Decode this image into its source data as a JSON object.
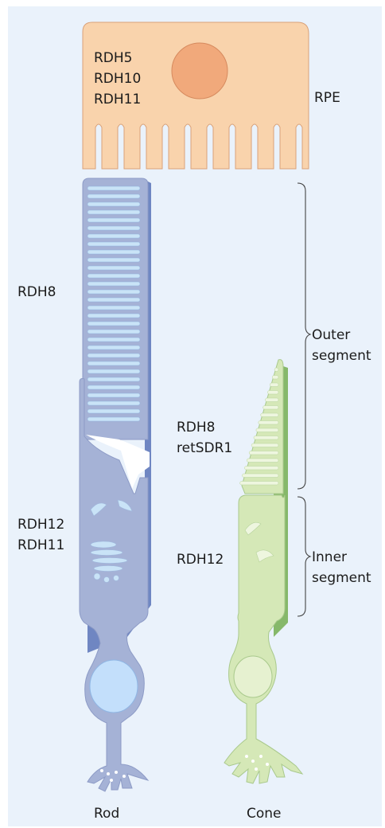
{
  "rpe": {
    "label": "RPE",
    "enzymes": [
      "RDH5",
      "RDH10",
      "RDH11"
    ]
  },
  "rod": {
    "label": "Rod",
    "outer_enzyme": "RDH8",
    "inner_enzymes": [
      "RDH12",
      "RDH11"
    ]
  },
  "cone": {
    "label": "Cone",
    "outer_enzymes": [
      "RDH8",
      "retSDR1"
    ],
    "inner_enzyme": "RDH12"
  },
  "brackets": {
    "outer_segment": [
      "Outer",
      "segment"
    ],
    "inner_segment": [
      "Inner",
      "segment"
    ]
  },
  "colors": {
    "background": "#eaf2fb",
    "rpe_fill": "#f9d3ac",
    "rpe_nucleus": "#f1a97b",
    "rod_fill": "#a5b2d6",
    "rod_shadow": "#6f86c2",
    "rod_disc": "#c9e3f7",
    "cone_fill": "#d5e8b7",
    "cone_shadow": "#86b86a",
    "cone_nucleus": "#e6f1d0"
  }
}
